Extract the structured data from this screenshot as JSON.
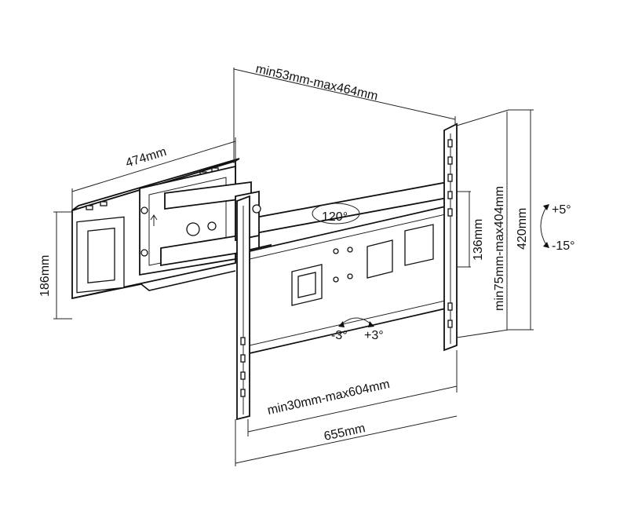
{
  "dimensions": {
    "depth": "min53mm-max464mm",
    "wall_plate_width": "474mm",
    "wall_plate_height": "186mm",
    "vesa_vertical": "136mm",
    "vesa_vertical_range": "min75mm-max404mm",
    "tv_plate_height": "420mm",
    "vesa_horizontal_range": "min30mm-max604mm",
    "tv_plate_width": "655mm"
  },
  "adjustments": {
    "swivel": "120°",
    "tilt_up": "+5°",
    "tilt_down": "-15°",
    "rotation_left": "-3°",
    "rotation_right": "+3°"
  },
  "colors": {
    "line": "#111111",
    "background": "#ffffff"
  },
  "icons": [
    "swivel-arrow-icon",
    "tilt-arrow-icon",
    "rotation-arrow-icon"
  ]
}
